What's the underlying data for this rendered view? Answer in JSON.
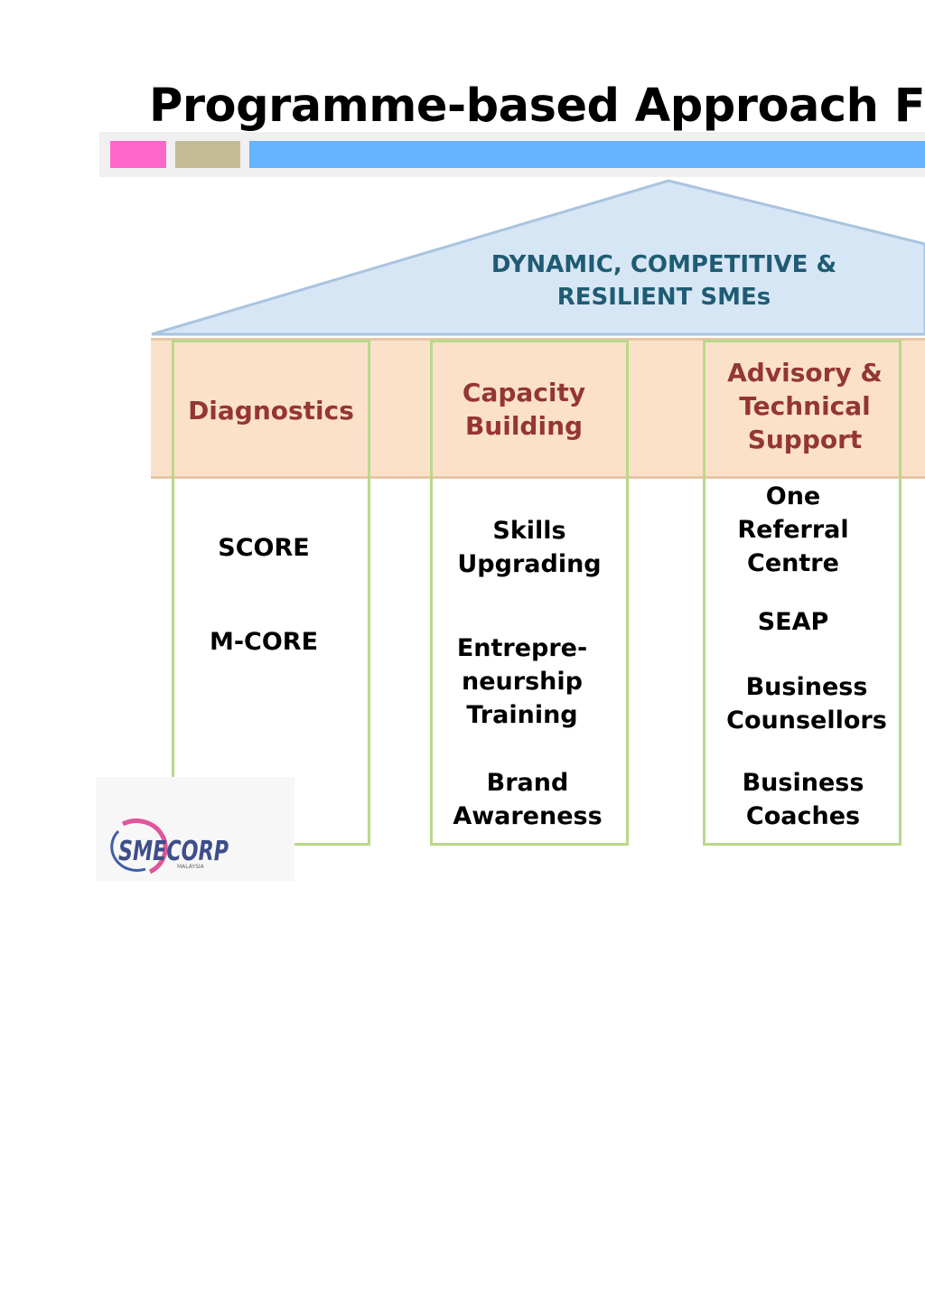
{
  "title": "Programme-based Approach Fr",
  "roof": {
    "text": "DYNAMIC, COMPETITIVE &\nRESILIENT SMEs",
    "fill": "#d7e6f5"
  },
  "pillars": [
    {
      "heading": "Diagnostics",
      "items": [
        "SCORE",
        "M-CORE"
      ]
    },
    {
      "heading": "Capacity\nBuilding",
      "items": [
        "Skills\nUpgrading",
        "Entrepre-\nneurship\nTraining",
        "Brand\nAwareness"
      ]
    },
    {
      "heading": "Advisory &\nTechnical\nSupport",
      "items": [
        "One\nReferral\nCentre",
        "SEAP",
        "Business\nCounsellors",
        "Business\nCoaches"
      ]
    }
  ],
  "logo": {
    "text": "SMECORP",
    "sub": "MALAYSIA"
  },
  "colors": {
    "heading": "#943634",
    "roof_text": "#1f5c74",
    "pillar_border": "#b9d88a",
    "band": "#fbe1c9"
  }
}
